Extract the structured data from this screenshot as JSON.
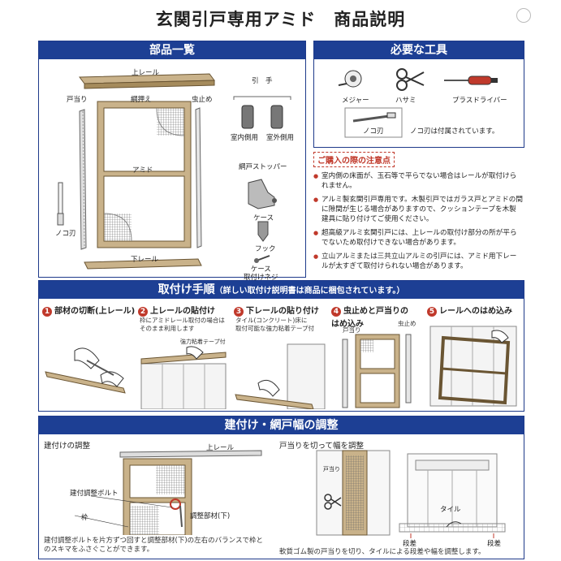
{
  "title": "玄関引戸専用アミド　商品説明",
  "parts": {
    "heading": "部品一覧",
    "upper_rail": "上レール",
    "door_stop": "戸当り",
    "screen_holder": "網押え",
    "insect_stop": "虫止め",
    "screen": "アミド",
    "lower_rail": "下レール",
    "saw_blade": "ノコ刃",
    "handle_heading": "引　手",
    "handle_indoor": "室内側用",
    "handle_outdoor": "室外側用",
    "stopper_heading": "網戸ストッパー",
    "case": "ケース",
    "hook": "フック",
    "case_screw": "ケース\n取付けネジ"
  },
  "tools": {
    "heading": "必要な工具",
    "measure": "メジャー",
    "scissors": "ハサミ",
    "driver": "プラスドライバー",
    "saw_blade": "ノコ刃",
    "saw_note": "ノコ刃は付属されています。"
  },
  "notes": {
    "heading": "ご購入の際の注意点",
    "items": [
      "室内側の床面が、玉石等で平らでない場合はレールが取付けられません。",
      "アルミ製玄関引戸専用です。木製引戸ではガラス戸とアミドの間に隙間が生じる場合がありますので、クッションテープを木製建具に貼り付けてご使用ください。",
      "超高級アルミ玄関引戸には、上レールの取付け部分の所が平らでないため取付けできない場合があります。",
      "立山アルミまたは三共立山アルミの引戸には、アミド用下レールが太すぎて取付けられない場合があります。"
    ]
  },
  "steps": {
    "heading": "取付け手順",
    "heading_note": "（詳しい取付け説明書は商品に梱包されています。）",
    "items": [
      {
        "num": "1",
        "title": "部材の切断(上レール)",
        "caption": ""
      },
      {
        "num": "2",
        "title": "上レールの貼付け",
        "caption": "枠にアミドレール取付の場合は\nそのまま利用します",
        "callout": "強力粘着テープ付"
      },
      {
        "num": "3",
        "title": "下レールの貼り付け",
        "caption": "タイル(コンクリート)床に\n取付可能な強力粘着テープ付",
        "callout": ""
      },
      {
        "num": "4",
        "title": "虫止めと戸当りの\nはめ込み",
        "caption": "",
        "callout_left": "戸当り",
        "callout_right": "虫止め"
      },
      {
        "num": "5",
        "title": "レールへのはめ込み",
        "caption": ""
      }
    ]
  },
  "adjust": {
    "heading": "建付け・網戸幅の調整",
    "left_title": "建付けの調整",
    "upper_rail": "上レール",
    "bolt": "建付調整ボルト",
    "frame": "枠",
    "adjust_part": "調整部材(下)",
    "left_caption": "建付調整ボルトを片方ずつ回すと調整部材(下)の左右のバランスで枠とのスキマをふさぐことができます。",
    "right_title": "戸当りを切って幅を調整",
    "door_stop": "戸当り",
    "tile": "タイル",
    "step_a": "段差",
    "step_b": "段差",
    "right_caption": "軟質ゴム製の戸当りを切り、タイルによる段差や幅を調整します。"
  },
  "colors": {
    "header_bg": "#1d3f94",
    "accent": "#c0392b",
    "frame_wood": "#b89a6a"
  }
}
